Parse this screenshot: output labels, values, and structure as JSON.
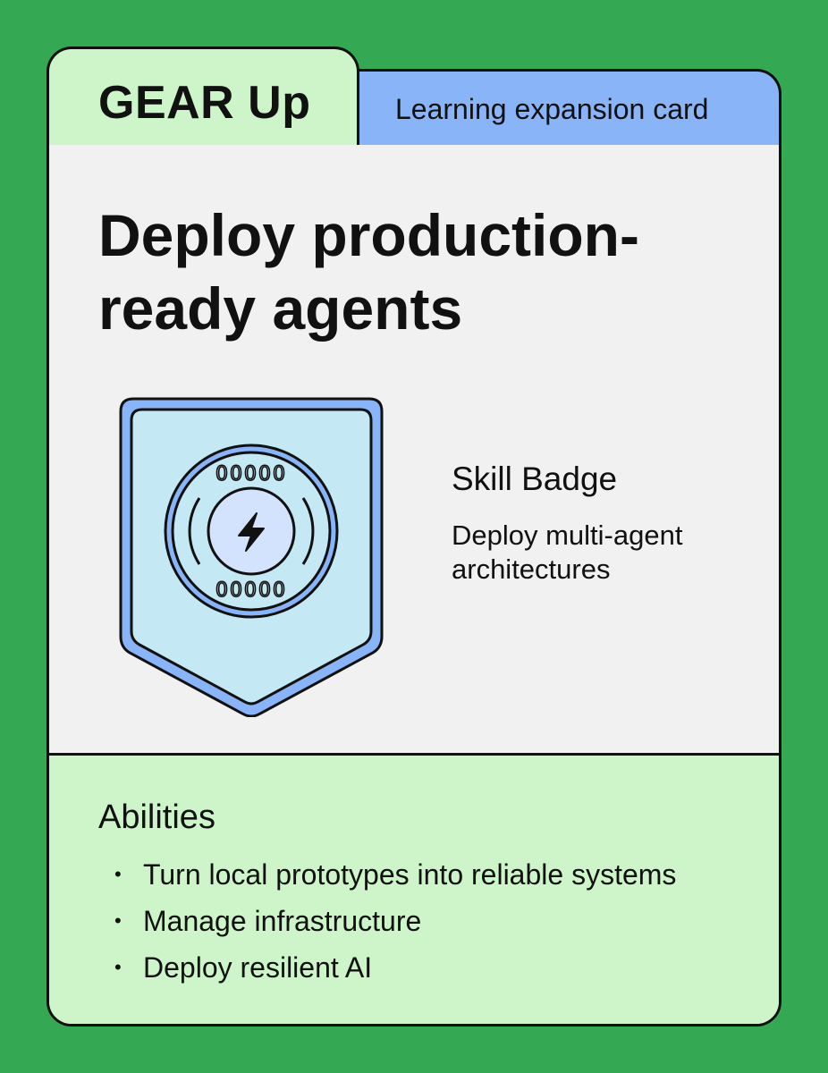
{
  "header": {
    "title": "GEAR Up",
    "subtitle": "Learning expansion card"
  },
  "headline": {
    "line1": "Deploy production-",
    "line2": "ready agents"
  },
  "badge": {
    "type": "Skill Badge",
    "description": "Deploy multi-agent architectures",
    "icon": "lightning-bolt-icon",
    "ring_text_top": "00000",
    "ring_text_bottom": "00000"
  },
  "abilities": {
    "title": "Abilities",
    "items": [
      "Turn local prototypes into reliable systems",
      "Manage infrastructure",
      "Deploy resilient AI"
    ]
  },
  "colors": {
    "background": "#34a853",
    "tab_left": "#cef5c9",
    "tab_right": "#8ab4f8",
    "card_body": "#f1f1f1",
    "abilities_bg": "#cef5c9",
    "badge_outer": "#8ab4f8",
    "badge_inner": "#c5e9f4",
    "badge_center": "#d3e3fd",
    "outline": "#111111"
  }
}
